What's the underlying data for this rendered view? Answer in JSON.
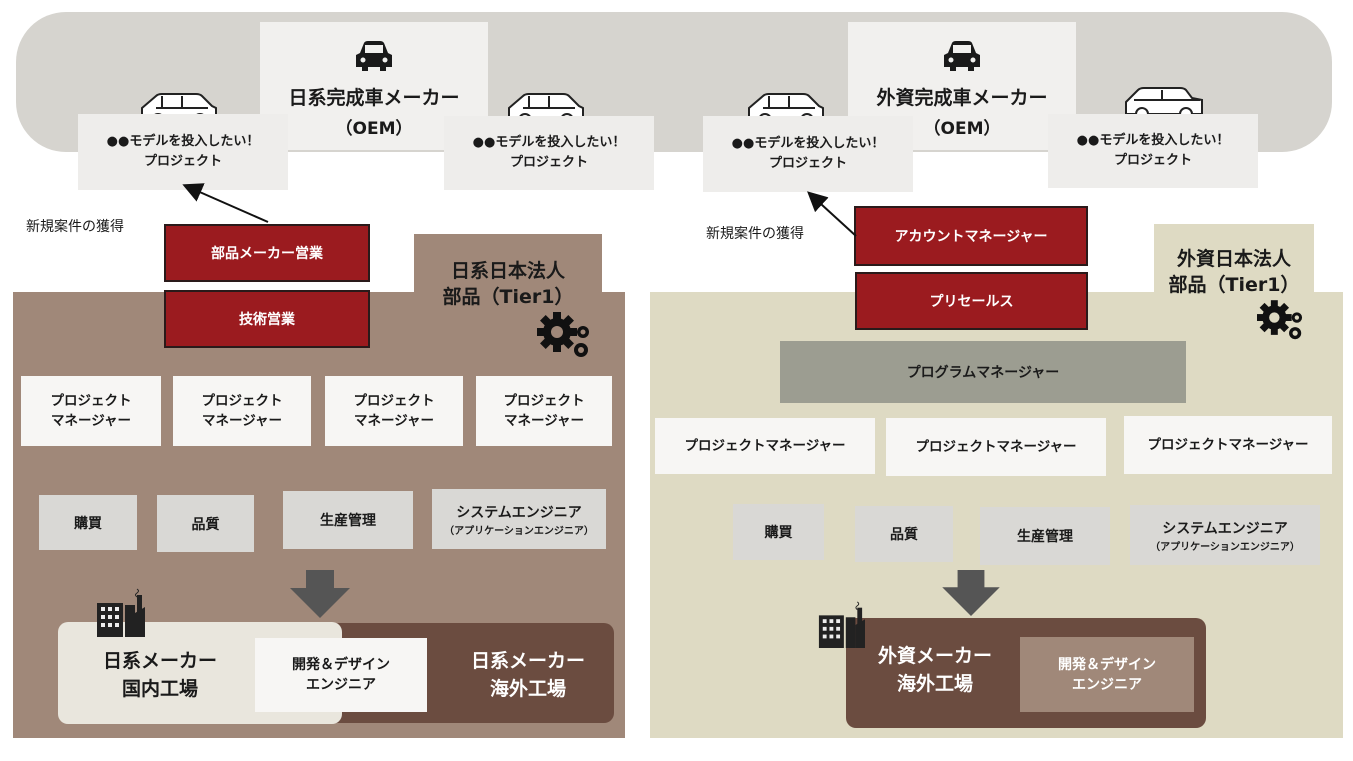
{
  "oem_left": {
    "title": "日系完成車メーカー",
    "subtitle": "（OEM）",
    "projects": [
      {
        "line1": "●●モデルを投入したい！",
        "line2": "プロジェクト"
      },
      {
        "line1": "●●モデルを投入したい！",
        "line2": "プロジェクト"
      }
    ]
  },
  "oem_right": {
    "title": "外資完成車メーカー",
    "subtitle": "（OEM）",
    "projects": [
      {
        "line1": "●●モデルを投入したい！",
        "line2": "プロジェクト"
      },
      {
        "line1": "●●モデルを投入したい！",
        "line2": "プロジェクト"
      }
    ]
  },
  "left": {
    "acquisition_label": "新規案件の獲得",
    "sales": "部品メーカー営業",
    "tech_sales": "技術営業",
    "company_line1": "日系日本法人",
    "company_line2": "部品（Tier1）",
    "pm_line1": "プロジェクト",
    "pm_line2": "マネージャー",
    "functions": {
      "purchase": "購買",
      "quality": "品質",
      "production": "生産管理",
      "system_engineer": "システムエンジニア",
      "system_engineer_sub": "（アプリケーションエンジニア）"
    },
    "domestic_factory_line1": "日系メーカー",
    "domestic_factory_line2": "国内工場",
    "dev_line1": "開発＆デザイン",
    "dev_line2": "エンジニア",
    "overseas_factory_line1": "日系メーカー",
    "overseas_factory_line2": "海外工場"
  },
  "right": {
    "acquisition_label": "新規案件の獲得",
    "account_manager": "アカウントマネージャー",
    "presales": "プリセールス",
    "company_line1": "外資日本法人",
    "company_line2": "部品（Tier1）",
    "program_manager": "プログラムマネージャー",
    "project_manager": "プロジェクトマネージャー",
    "functions": {
      "purchase": "購買",
      "quality": "品質",
      "production": "生産管理",
      "system_engineer": "システムエンジニア",
      "system_engineer_sub": "（アプリケーションエンジニア）"
    },
    "factory_line1": "外資メーカー",
    "factory_line2": "海外工場",
    "dev_line1": "開発＆デザイン",
    "dev_line2": "エンジニア"
  },
  "colors": {
    "red": "#9b1b1f",
    "left_bg": "#a08879",
    "right_bg": "#dedac3",
    "dark_brown": "#6b4c40",
    "grey_arrow": "#555555"
  },
  "icons": [
    "car-icon",
    "factory-icon",
    "gear-icon",
    "arrow-down-icon"
  ]
}
